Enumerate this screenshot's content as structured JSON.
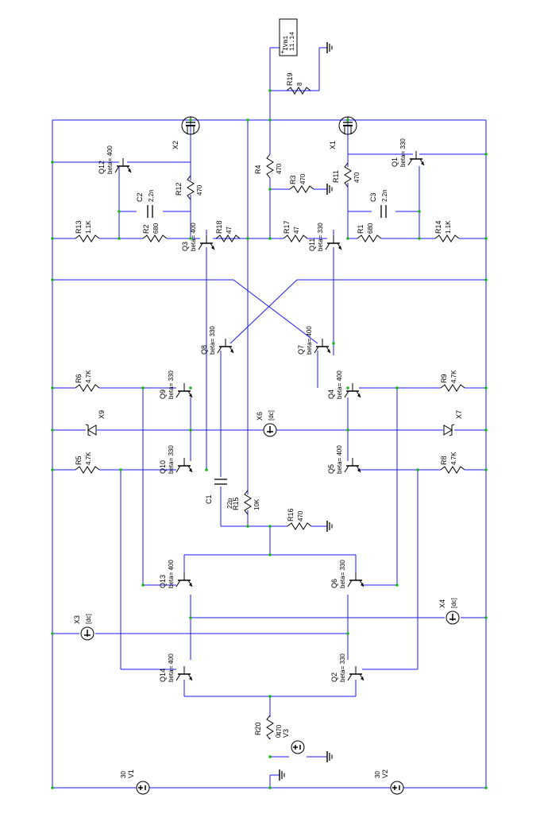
{
  "colors": {
    "wire": "#1a1aff",
    "component": "#000000",
    "node": "#1db31d",
    "background": "#ffffff"
  },
  "meter": {
    "name": "IVm1",
    "value": "11.14"
  },
  "resistors": [
    {
      "id": "R19",
      "value": "8"
    },
    {
      "id": "R4",
      "value": "470"
    },
    {
      "id": "R3",
      "value": "470"
    },
    {
      "id": "R12",
      "value": "470"
    },
    {
      "id": "R11",
      "value": "470"
    },
    {
      "id": "R13",
      "value": "1.1K"
    },
    {
      "id": "R2",
      "value": "680"
    },
    {
      "id": "R18",
      "value": "47"
    },
    {
      "id": "R17",
      "value": "47"
    },
    {
      "id": "R1",
      "value": "680"
    },
    {
      "id": "R14",
      "value": "1.1K"
    },
    {
      "id": "R6",
      "value": "4.7K"
    },
    {
      "id": "R9",
      "value": "4.7K"
    },
    {
      "id": "R5",
      "value": "4.7K"
    },
    {
      "id": "R8",
      "value": "4.7K"
    },
    {
      "id": "R15",
      "value": "10K"
    },
    {
      "id": "R16",
      "value": "470"
    },
    {
      "id": "R20",
      "value": "470"
    }
  ],
  "capacitors": [
    {
      "id": "C2",
      "value": "2.2n"
    },
    {
      "id": "C3",
      "value": "2.2n"
    },
    {
      "id": "C1",
      "value": "22p"
    }
  ],
  "transistors": [
    {
      "id": "Q12",
      "beta": "beta= 400"
    },
    {
      "id": "Q1",
      "beta": "beta= 330"
    },
    {
      "id": "Q3",
      "beta": "beta= 400"
    },
    {
      "id": "Q11",
      "beta": "beta= 330"
    },
    {
      "id": "Q8",
      "beta": "beta= 330"
    },
    {
      "id": "Q7",
      "beta": "beta= 400"
    },
    {
      "id": "Q9",
      "beta": "beta= 330"
    },
    {
      "id": "Q4",
      "beta": "beta= 400"
    },
    {
      "id": "Q10",
      "beta": "beta= 330"
    },
    {
      "id": "Q5",
      "beta": "beta= 400"
    },
    {
      "id": "Q13",
      "beta": "beta= 400"
    },
    {
      "id": "Q6",
      "beta": "beta= 330"
    },
    {
      "id": "Q14",
      "beta": "beta= 400"
    },
    {
      "id": "Q2",
      "beta": "beta= 330"
    }
  ],
  "mosfets": [
    {
      "id": "X2"
    },
    {
      "id": "X1"
    }
  ],
  "zeners": [
    {
      "id": "X9"
    },
    {
      "id": "X7"
    }
  ],
  "current_sources": [
    {
      "id": "X6",
      "value": "[dc]"
    },
    {
      "id": "X3",
      "value": "[dc]"
    },
    {
      "id": "X4",
      "value": "[dc]"
    }
  ],
  "voltage_sources": [
    {
      "id": "V3",
      "value": "0"
    },
    {
      "id": "V1",
      "value": "30"
    },
    {
      "id": "V2",
      "value": "30"
    }
  ]
}
